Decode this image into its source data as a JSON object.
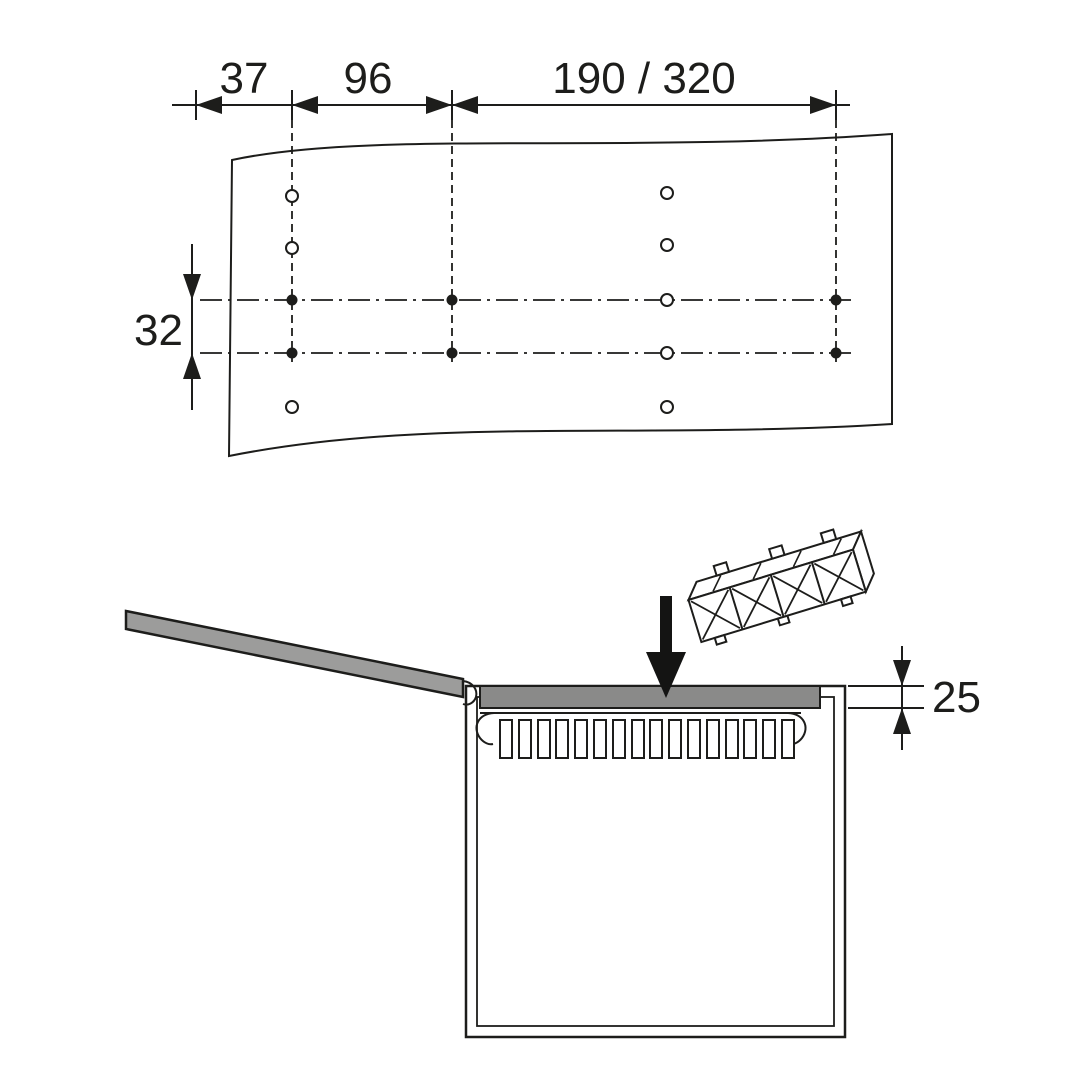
{
  "colors": {
    "line": "#1d1d1b",
    "worktop_gray": "#9c9c9b",
    "frame_gray": "#8a8a89",
    "arrow_black": "#141413"
  },
  "drawing": {
    "drilling_pattern": {
      "dim_edge_to_first_column": "37",
      "dim_first_to_second_column": "96",
      "dim_mounting_length": "190 / 320",
      "dim_vertical_hole_spacing": "32"
    },
    "installation_section": {
      "dim_frame_thickness": "25"
    }
  }
}
